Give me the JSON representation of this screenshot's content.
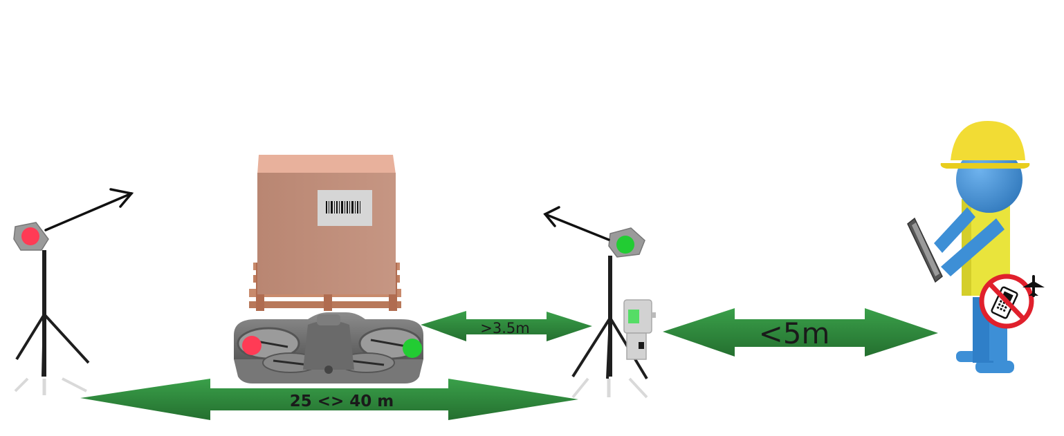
{
  "labels": {
    "beacon_to_operator_gap": ">3.5m",
    "operator_range": "<5m",
    "beacon_spacing": "25 <> 40 m"
  },
  "colors": {
    "arrow_green": "#2e8b3c",
    "arrow_green_dark": "#1f6e2c",
    "beacon_red": "#ff3b55",
    "beacon_green": "#22cc33",
    "box": "#c08f7c",
    "box_top": "#e8b19c",
    "pallet": "#c88a6c",
    "drone": "#6f6f6f",
    "helmet": "#f2dc34",
    "shirt": "#e9e43c",
    "body_blue": "#3d8fd6",
    "no_phone_red": "#e0202c"
  },
  "icons": {
    "left_beacon": "beacon-red-tripod-icon",
    "right_beacon": "beacon-green-tripod-icon",
    "drone": "quadcopter-drone-icon",
    "cargo": "cargo-box-on-pallet-icon",
    "operator": "operator-with-tablet-icon",
    "no_phone": "no-mobile-phone-icon",
    "airplane": "airplane-icon",
    "radio": "remote-transmitter-icon"
  }
}
